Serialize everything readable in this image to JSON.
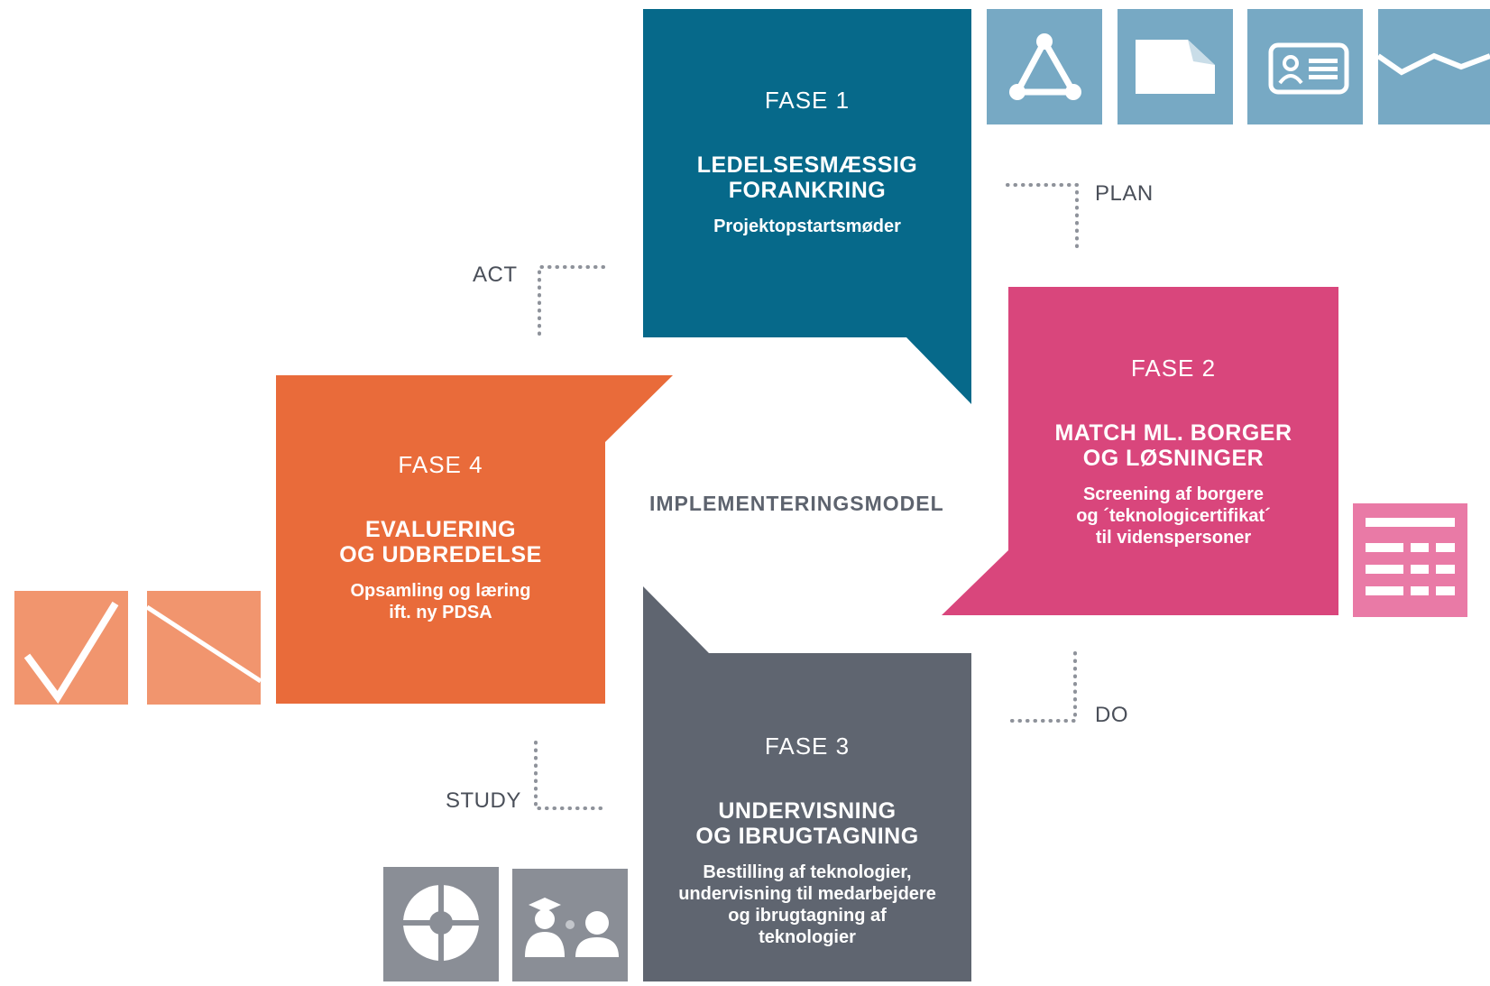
{
  "colors": {
    "fase1": "#06698a",
    "fase2": "#d9467c",
    "fase3": "#5f6570",
    "fase4": "#e96b3a",
    "tile_blue": "#77a9c4",
    "tile_pink": "#e97aa6",
    "tile_orange": "#f1956e",
    "tile_gray": "#8a8e96",
    "dots": "#8e929a"
  },
  "center": {
    "title": "IMPLEMENTERINGSMODEL"
  },
  "phases": [
    {
      "fase": "FASE 1",
      "title_line1": "LEDELSESMÆSSIG",
      "title_line2": "FORANKRING",
      "sub_lines": [
        "Projektopstartsmøder"
      ]
    },
    {
      "fase": "FASE 2",
      "title_line1": "MATCH ML. BORGER",
      "title_line2": "OG LØSNINGER",
      "sub_lines": [
        "Screening af borgere",
        "og ´teknologicertifikat´",
        "til videnspersoner"
      ]
    },
    {
      "fase": "FASE 3",
      "title_line1": "UNDERVISNING",
      "title_line2": "OG IBRUGTAGNING",
      "sub_lines": [
        "Bestilling af teknologier,",
        "undervisning til medarbejdere",
        "og ibrugtagning af",
        "teknologier"
      ]
    },
    {
      "fase": "FASE 4",
      "title_line1": "EVALUERING",
      "title_line2": "OG UDBREDELSE",
      "sub_lines": [
        "Opsamling og læring",
        "ift. ny PDSA"
      ]
    }
  ],
  "pdsa": {
    "plan": "PLAN",
    "do": "DO",
    "study": "STUDY",
    "act": "ACT"
  },
  "icons": {
    "top": [
      "network-triangle-icon",
      "document-icon",
      "id-card-icon",
      "chart-line-icon"
    ],
    "right": [
      "table-icon"
    ],
    "left": [
      "checkmark-icon",
      "diagonal-line-icon"
    ],
    "bottom": [
      "target-icon",
      "teacher-student-icon"
    ]
  }
}
